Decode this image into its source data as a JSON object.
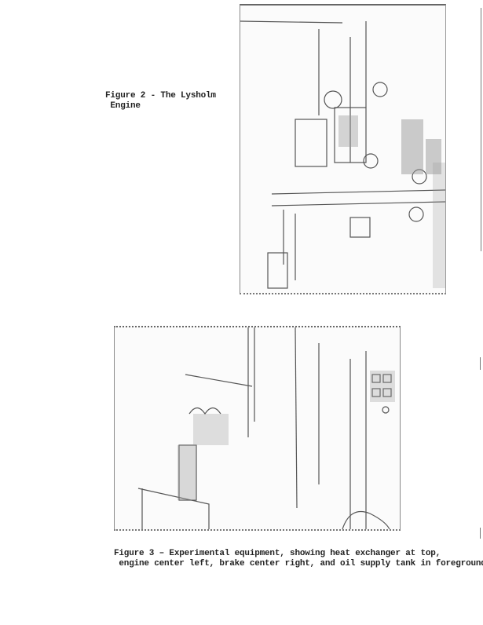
{
  "figures": [
    {
      "caption_line1": "Figure 2 - The Lysholm",
      "caption_line2": " Engine"
    },
    {
      "caption_line1": "Figure 3 – Experimental equipment, showing heat exchanger at top,",
      "caption_line2": " engine center left, brake center right, and oil supply tank in foreground."
    }
  ]
}
